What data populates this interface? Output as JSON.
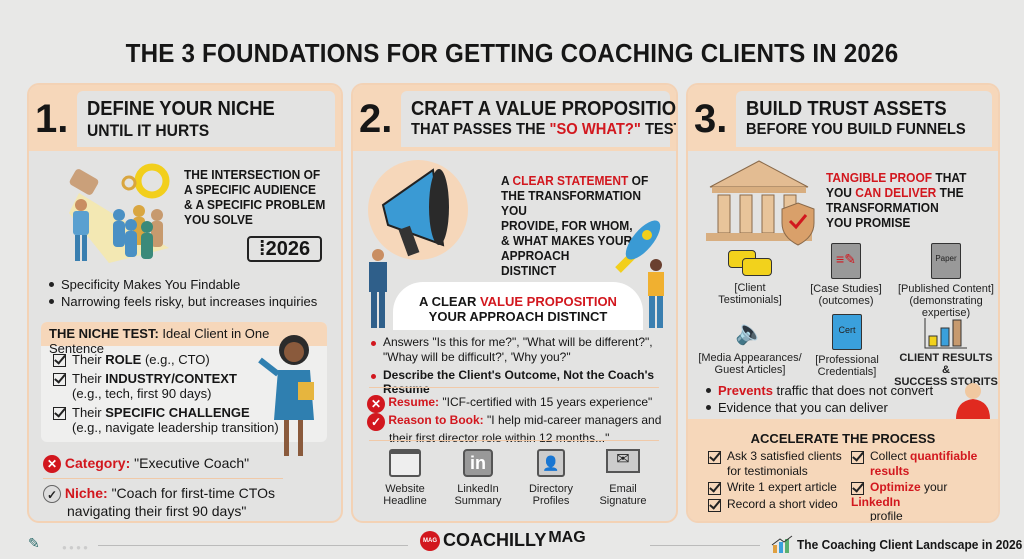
{
  "title": "THE 3 FOUNDATIONS FOR GETTING COACHING CLIENTS IN 2026",
  "panel1": {
    "number": "1.",
    "title_line1": "DEFINE YOUR NICHE",
    "title_line2": "UNTIL IT HURTS",
    "caption": [
      "THE INTERSECTION OF",
      "A SPECIFIC AUDIENCE",
      "& A SPECIFIC PROBLEM",
      "YOU SOLVE"
    ],
    "badge": "2026",
    "bullets": [
      "Specificity Makes You Findable",
      "Narrowing feels risky, but increases inquiries"
    ],
    "niche_test": {
      "label": "THE NICHE TEST:",
      "text": "Ideal Client in One Sentence",
      "items": [
        {
          "pre": "Their ",
          "bold": "ROLE",
          "rest": " (e.g., CTO)",
          "sub": ""
        },
        {
          "pre": "Their ",
          "bold": "INDUSTRY/CONTEXT",
          "rest": "",
          "sub": "(e.g., tech, first 90 days)"
        },
        {
          "pre": "Their ",
          "bold": "SPECIFIC CHALLENGE",
          "rest": "",
          "sub": "(e.g., navigate leadership transition)"
        }
      ]
    },
    "category": {
      "label": "Category:",
      "text": " \"Executive Coach\""
    },
    "niche": {
      "label": "Niche:",
      "text": " \"Coach for first-time CTOs",
      "text2": "navigating their first 90 days\""
    }
  },
  "panel2": {
    "number": "2.",
    "title_line1": "CRAFT A VALUE PROPOSITION",
    "title_pre": "THAT PASSES THE ",
    "title_red": "\"SO WHAT?\"",
    "title_post": " TEST",
    "cap_pre": "A ",
    "cap_red": "CLEAR STATEMENT",
    "cap_post": " OF",
    "caption": [
      "THE TRANSFORMATION YOU",
      "PROVIDE, FOR WHOM,",
      "& WHAT MAKES YOUR",
      "APPROACH",
      "DISTINCT"
    ],
    "cloud_pre": "A CLEAR ",
    "cloud_red": "VALUE PROPOSITION",
    "cloud_line2": "YOUR APPROACH DISTINCT",
    "bullets": [
      "Answers \"Is this for me?\", \"What will be different?\",",
      "\"Whay will be difficult?', 'Why you?\"",
      "Describe the Client's Outcome, Not the Coach's Resume"
    ],
    "resume": {
      "label": "Resume:",
      "text": " \"ICF-certified with 15 years experience\""
    },
    "reason": {
      "label": "Reason to Book:",
      "text": " \"I help mid-career managers and",
      "text2": "their first director role within 12 months...\""
    },
    "channels": [
      {
        "icon": "website-icon",
        "l1": "Website",
        "l2": "Headline"
      },
      {
        "icon": "linkedin-icon",
        "l1": "LinkedIn",
        "l2": "Summary"
      },
      {
        "icon": "directory-icon",
        "l1": "Directory",
        "l2": "Profiles"
      },
      {
        "icon": "email-icon",
        "l1": "Email",
        "l2": "Signature"
      }
    ]
  },
  "panel3": {
    "number": "3.",
    "title_line1": "BUILD TRUST ASSETS",
    "title_line2": "BEFORE YOU BUILD FUNNELS",
    "cap_red1": "TANGIBLE PROOF",
    "cap_1": " THAT",
    "cap_2a": "YOU ",
    "cap_red2": "CAN DELIVER",
    "cap_2b": " THE",
    "cap_3": "TRANSFORMATION",
    "cap_4": "YOU PROMISE",
    "assets": [
      {
        "l1": "[Client",
        "l2": "Testimonials]",
        "l3": ""
      },
      {
        "l1": "[Case Studies]",
        "l2": "(outcomes)",
        "l3": ""
      },
      {
        "l1": "[Published Content]",
        "l2": "(demonstrating",
        "l3": "expertise)"
      },
      {
        "l1": "[Media Appearances/",
        "l2": "Guest Articles]",
        "l3": ""
      },
      {
        "l1": "[Professional",
        "l2": "Credentials]",
        "l3": ""
      },
      {
        "l1": "CLIENT RESULTS &",
        "l2": "SUCCESS STORITS",
        "l3": ""
      }
    ],
    "paper_label": "Paper",
    "cert_label": "Cert",
    "bullet1_red": "Prevents",
    "bullet1": " traffic that does not convert",
    "bullet2": "Evidence that you can deliver",
    "accelerate": {
      "title": "ACCELERATE THE PROCESS",
      "left": [
        "Ask 3 satisfied clients",
        "for testimonials",
        "Write 1 expert article",
        "Record a short video"
      ],
      "r1_pre": "Collect ",
      "r1_red": "quantifiable",
      "r1_red2": "results",
      "r2_red": "Optimize",
      "r2_mid": " your ",
      "r2_red2": "LinkedIn",
      "r2_post": "profile"
    }
  },
  "footer": {
    "brand": "COACHILLY",
    "brand2": "MAG",
    "logo_badge": "MAG",
    "right": "The Coaching Client Landscape in 2026"
  },
  "colors": {
    "accent": "#d2171e",
    "peach": "#f6d7ba",
    "background": "#e8e8e7"
  }
}
